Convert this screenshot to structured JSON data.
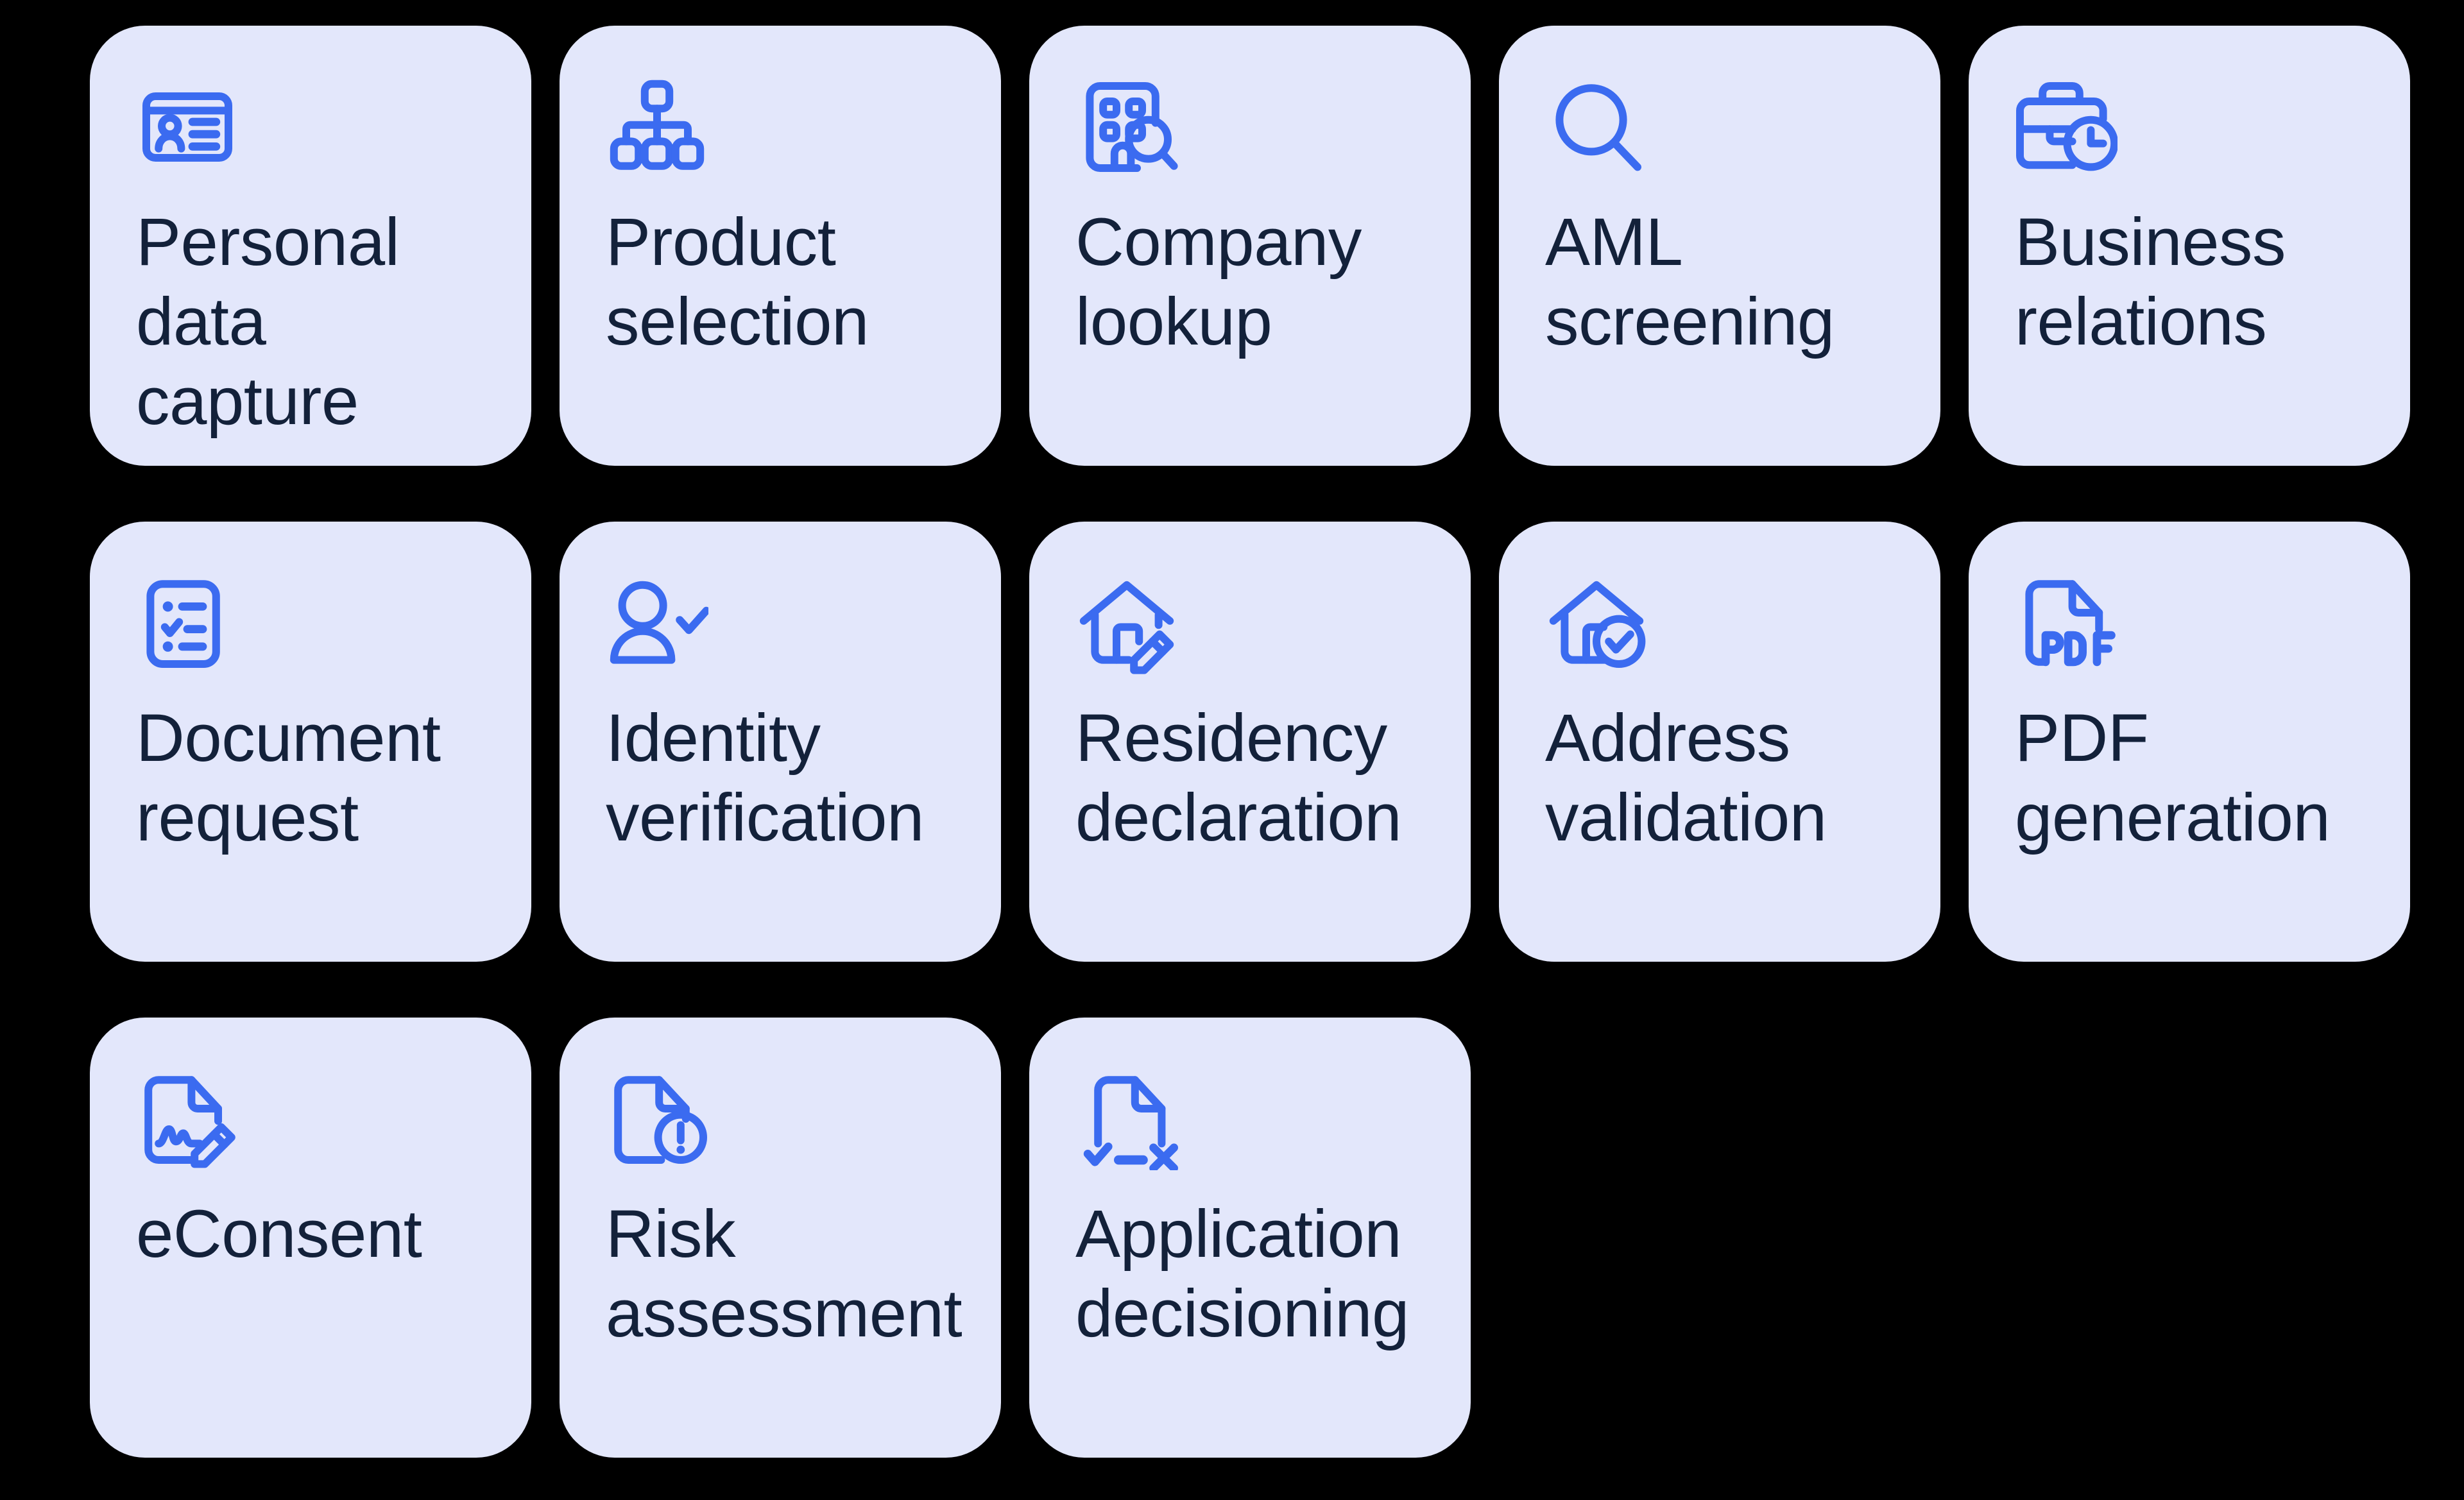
{
  "page": {
    "background_color": "#000000",
    "card_color": "#E3E7FB",
    "icon_color": "#3B6BF0",
    "text_color": "#13213A",
    "columns": 5,
    "total_cards": 13
  },
  "rows": [
    {
      "cards": [
        {
          "label": "Personal\ndata capture",
          "icon": "id-card-icon"
        },
        {
          "label": "Product\nselection",
          "icon": "hierarchy-icon"
        },
        {
          "label": "Company\nlookup",
          "icon": "building-search-icon"
        },
        {
          "label": "AML\nscreening",
          "icon": "magnifier-icon"
        },
        {
          "label": "Business\nrelations",
          "icon": "briefcase-clock-icon"
        }
      ]
    },
    {
      "cards": [
        {
          "label": "Document\nrequest",
          "icon": "checklist-document-icon"
        },
        {
          "label": "Identity\nverification",
          "icon": "user-check-icon"
        },
        {
          "label": "Residency\ndeclaration",
          "icon": "house-pencil-icon"
        },
        {
          "label": "Address\nvalidation",
          "icon": "house-check-icon"
        },
        {
          "label": "PDF\ngeneration",
          "icon": "pdf-file-icon"
        }
      ]
    },
    {
      "cards": [
        {
          "label": "eConsent",
          "icon": "document-signature-icon"
        },
        {
          "label": "Risk\nassessment",
          "icon": "document-alert-icon"
        },
        {
          "label": "Application\ndecisioning",
          "icon": "document-decision-icon"
        }
      ]
    }
  ]
}
